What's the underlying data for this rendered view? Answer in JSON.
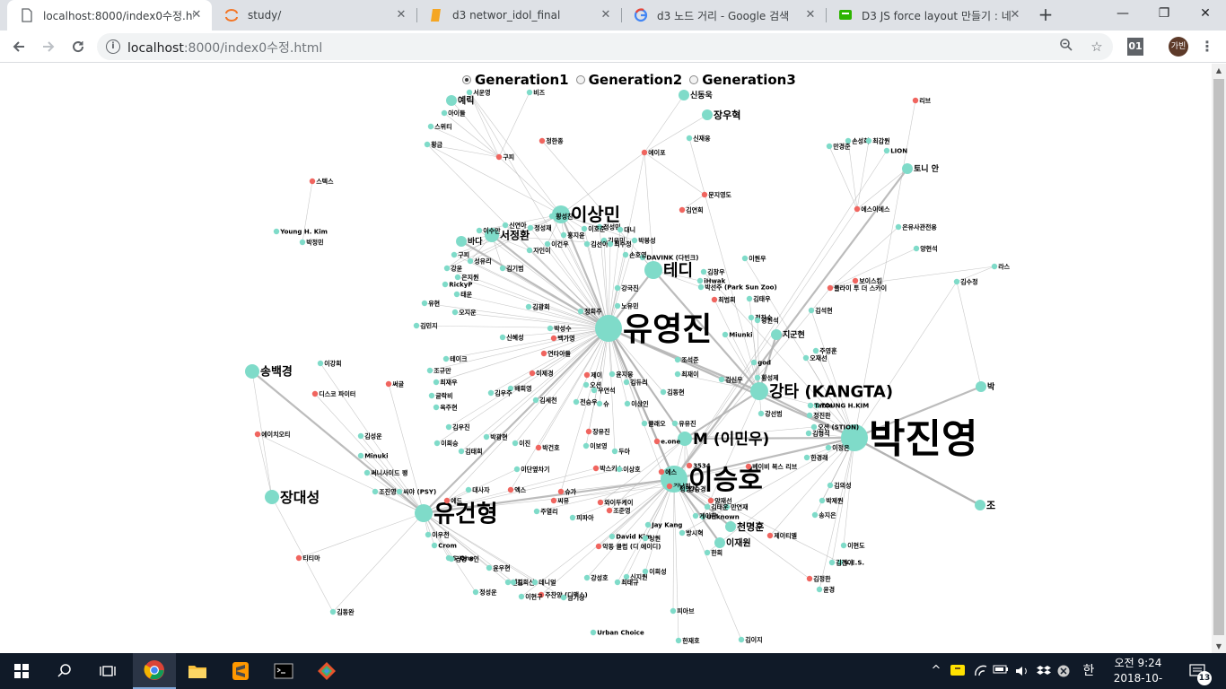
{
  "browser": {
    "tabs": [
      {
        "title": "localhost:8000/index0수정.htm",
        "icon": "page-icon",
        "active": true
      },
      {
        "title": "study/",
        "icon": "jupyter-icon",
        "active": false
      },
      {
        "title": "d3 networ_idol_final",
        "icon": "notebook-icon",
        "active": false
      },
      {
        "title": "d3 노드 거리 - Google 검색",
        "icon": "google-icon",
        "active": false
      },
      {
        "title": "D3 JS force layout 만들기 : 네",
        "icon": "naver-blog-icon",
        "active": false
      }
    ],
    "new_tab": "+",
    "window_controls": {
      "minimize": "—",
      "maximize": "❐",
      "close": "✕"
    },
    "url": {
      "host": "localhost",
      "rest": ":8000/index0수정.html"
    },
    "avatar_text": "가빈",
    "extension_label": "01"
  },
  "page": {
    "radio_options": [
      {
        "label": "Generation1",
        "checked": true
      },
      {
        "label": "Generation2",
        "checked": false
      },
      {
        "label": "Generation3",
        "checked": false
      }
    ]
  },
  "colors": {
    "node_person": "#7fdbc9",
    "node_company": "#f0655f",
    "link": "#b0b0b0",
    "taskbar": "#101a28"
  },
  "graph": {
    "labels": [
      {
        "t": "유영진",
        "s": 36
      },
      {
        "t": "박진영",
        "s": 44
      },
      {
        "t": "이승호",
        "s": 30
      },
      {
        "t": "유건형",
        "s": 26
      },
      {
        "t": "이상민",
        "s": 20
      },
      {
        "t": "테디",
        "s": 18
      },
      {
        "t": "강타 (KANGTA)",
        "s": 18
      },
      {
        "t": "M (이민우)",
        "s": 17
      },
      {
        "t": "장대성",
        "s": 16
      },
      {
        "t": "송백경",
        "s": 13
      },
      {
        "t": "서정환",
        "s": 12
      },
      {
        "t": "장우혁",
        "s": 11
      },
      {
        "t": "신동욱",
        "s": 9
      },
      {
        "t": "예릭",
        "s": 10
      },
      {
        "t": "토니 안",
        "s": 9
      },
      {
        "t": "천명훈",
        "s": 11
      },
      {
        "t": "이재원",
        "s": 10
      },
      {
        "t": "지군현",
        "s": 9
      },
      {
        "t": "바다",
        "s": 9
      },
      {
        "t": "조",
        "s": 11
      },
      {
        "t": "박",
        "s": 9
      },
      {
        "t": "god",
        "s": 7
      },
      {
        "t": "DAVINK (다빈크)",
        "s": 7
      },
      {
        "t": "Young H. Kim",
        "s": 7
      },
      {
        "t": "YOUNG H.KIM",
        "s": 7
      },
      {
        "t": "Unknown",
        "s": 7
      },
      {
        "t": "Jay Kang",
        "s": 7
      },
      {
        "t": "David Kim",
        "s": 7
      },
      {
        "t": "Urban Choice",
        "s": 7
      },
      {
        "t": "Minuki",
        "s": 7
      },
      {
        "t": "Miunki",
        "s": 7
      },
      {
        "t": "RickyP",
        "s": 7
      },
      {
        "t": "S-One",
        "s": 7
      },
      {
        "t": "Crom",
        "s": 7
      },
      {
        "t": "S.E.S.",
        "s": 7
      },
      {
        "t": "LION",
        "s": 7
      },
      {
        "t": "iHwak",
        "s": 7
      },
      {
        "t": "e.one",
        "s": 7
      },
      {
        "t": "3534",
        "s": 7
      },
      {
        "t": "오션 (STION)",
        "s": 7
      },
      {
        "t": "박선주 (Park Sun Zoo)",
        "s": 7
      },
      {
        "t": "씨야 (PSY)",
        "s": 7
      },
      {
        "t": "악동 클럽 (디 에이디)",
        "s": 7
      },
      {
        "t": "주찬양 (디맥스)",
        "s": 7
      },
      {
        "t": "써니사이드 팽",
        "s": 7
      },
      {
        "t": "디스코 파이터",
        "s": 7
      },
      {
        "t": "에이치오티",
        "s": 7
      },
      {
        "t": "베이비 복스 리브",
        "s": 7
      },
      {
        "t": "플라이 투 더 스카이",
        "s": 7
      },
      {
        "t": "에스이에스",
        "s": 7
      },
      {
        "t": "보이스킴",
        "s": 7
      },
      {
        "t": "은유사관전용",
        "s": 7
      },
      {
        "t": "양현석",
        "s": 7
      },
      {
        "t": "손성희",
        "s": 7
      },
      {
        "t": "최갑원",
        "s": 7
      },
      {
        "t": "만경준",
        "s": 7
      },
      {
        "t": "김수정",
        "s": 7
      },
      {
        "t": "라스",
        "s": 7
      },
      {
        "t": "리브",
        "s": 7
      },
      {
        "t": "스텍스",
        "s": 7
      },
      {
        "t": "박정민",
        "s": 7
      },
      {
        "t": "이강희",
        "s": 7
      },
      {
        "t": "써글",
        "s": 7
      },
      {
        "t": "김성운",
        "s": 7
      },
      {
        "t": "티티마",
        "s": 7
      },
      {
        "t": "김동완",
        "s": 7
      },
      {
        "t": "조진영",
        "s": 7
      },
      {
        "t": "이우천",
        "s": 7
      },
      {
        "t": "김형 8인",
        "s": 7
      },
      {
        "t": "윤우현",
        "s": 7
      },
      {
        "t": "정성운",
        "s": 7
      },
      {
        "t": "엔드",
        "s": 7
      },
      {
        "t": "김희신",
        "s": 7
      },
      {
        "t": "데니얼",
        "s": 7
      },
      {
        "t": "남기상",
        "s": 7
      },
      {
        "t": "이현구",
        "s": 7
      },
      {
        "t": "강성호",
        "s": 7
      },
      {
        "t": "신지원",
        "s": 7
      },
      {
        "t": "최태규",
        "s": 7
      },
      {
        "t": "이희성",
        "s": 7
      },
      {
        "t": "피아브",
        "s": 7
      },
      {
        "t": "한재호",
        "s": 7
      },
      {
        "t": "김이지",
        "s": 7
      },
      {
        "t": "김정한",
        "s": 7
      },
      {
        "t": "한희",
        "s": 7
      },
      {
        "t": "방시혁",
        "s": 7
      },
      {
        "t": "제이티엘",
        "s": 7
      },
      {
        "t": "이현도",
        "s": 7
      },
      {
        "t": "김진아",
        "s": 7
      },
      {
        "t": "윤경",
        "s": 7
      },
      {
        "t": "송지은",
        "s": 7
      },
      {
        "t": "박제원",
        "s": 7
      },
      {
        "t": "김의성",
        "s": 7
      },
      {
        "t": "한경래",
        "s": 7
      },
      {
        "t": "이정은",
        "s": 7
      },
      {
        "t": "김형석",
        "s": 7
      },
      {
        "t": "정진한",
        "s": 7
      },
      {
        "t": "Tabie",
        "s": 7
      },
      {
        "t": "오재선",
        "s": 7
      },
      {
        "t": "주영훈",
        "s": 7
      },
      {
        "t": "김석현",
        "s": 7
      },
      {
        "t": "이원우",
        "s": 7
      },
      {
        "t": "김창우",
        "s": 7
      },
      {
        "t": "최범희",
        "s": 7
      },
      {
        "t": "김태우",
        "s": 7
      },
      {
        "t": "정찬수",
        "s": 7
      },
      {
        "t": "강원석",
        "s": 7
      },
      {
        "t": "강선범",
        "s": 7
      },
      {
        "t": "황성제",
        "s": 7
      },
      {
        "t": "김신우",
        "s": 7
      },
      {
        "t": "조석준",
        "s": 7
      },
      {
        "t": "최재이",
        "s": 7
      },
      {
        "t": "신재웅",
        "s": 7
      },
      {
        "t": "에이포",
        "s": 7
      },
      {
        "t": "문지영도",
        "s": 7
      },
      {
        "t": "김연희",
        "s": 7
      },
      {
        "t": "정한종",
        "s": 7
      },
      {
        "t": "구피",
        "s": 7
      },
      {
        "t": "비즈",
        "s": 7
      },
      {
        "t": "아이들",
        "s": 7
      },
      {
        "t": "스위티",
        "s": 7
      },
      {
        "t": "황금",
        "s": 7
      },
      {
        "t": "서운영",
        "s": 7
      },
      {
        "t": "황성찬",
        "s": 7
      },
      {
        "t": "신연아",
        "s": 7
      },
      {
        "t": "정성재",
        "s": 7
      },
      {
        "t": "정성민",
        "s": 7
      },
      {
        "t": "대니",
        "s": 7
      },
      {
        "t": "이수만",
        "s": 7
      },
      {
        "t": "홍지윤",
        "s": 7
      },
      {
        "t": "이호준",
        "s": 7
      },
      {
        "t": "박봉성",
        "s": 7
      },
      {
        "t": "김유민",
        "s": 7
      },
      {
        "t": "김선아",
        "s": 7
      },
      {
        "t": "이건우",
        "s": 7
      },
      {
        "t": "구피",
        "s": 7
      },
      {
        "t": "강윤",
        "s": 7
      },
      {
        "t": "성유리",
        "s": 7
      },
      {
        "t": "김기범",
        "s": 7
      },
      {
        "t": "자인이",
        "s": 7
      },
      {
        "t": "최수정",
        "s": 7
      },
      {
        "t": "손호영",
        "s": 7
      },
      {
        "t": "은지원",
        "s": 7
      },
      {
        "t": "태운",
        "s": 7
      },
      {
        "t": "유현",
        "s": 7
      },
      {
        "t": "오지운",
        "s": 7
      },
      {
        "t": "김민지",
        "s": 7
      },
      {
        "t": "강국진",
        "s": 7
      },
      {
        "t": "김광회",
        "s": 7
      },
      {
        "t": "정희주",
        "s": 7
      },
      {
        "t": "노유민",
        "s": 7
      },
      {
        "t": "박성수",
        "s": 7
      },
      {
        "t": "신혜성",
        "s": 7
      },
      {
        "t": "백가영",
        "s": 7
      },
      {
        "t": "연타아들",
        "s": 7
      },
      {
        "t": "테이크",
        "s": 7
      },
      {
        "t": "조규만",
        "s": 7
      },
      {
        "t": "최재우",
        "s": 7
      },
      {
        "t": "글락비",
        "s": 7
      },
      {
        "t": "옥주현",
        "s": 7
      },
      {
        "t": "배희영",
        "s": 7
      },
      {
        "t": "김우주",
        "s": 7
      },
      {
        "t": "이제경",
        "s": 7
      },
      {
        "t": "제이",
        "s": 7
      },
      {
        "t": "윤지웅",
        "s": 7
      },
      {
        "t": "김듀리",
        "s": 7
      },
      {
        "t": "오션",
        "s": 7
      },
      {
        "t": "우연석",
        "s": 7
      },
      {
        "t": "김세천",
        "s": 7
      },
      {
        "t": "전승우",
        "s": 7
      },
      {
        "t": "슈",
        "s": 7
      },
      {
        "t": "이상인",
        "s": 7
      },
      {
        "t": "김동현",
        "s": 7
      },
      {
        "t": "클래오",
        "s": 7
      },
      {
        "t": "유유진",
        "s": 7
      },
      {
        "t": "김우진",
        "s": 7
      },
      {
        "t": "박광현",
        "s": 7
      },
      {
        "t": "김태희",
        "s": 7
      },
      {
        "t": "이희승",
        "s": 7
      },
      {
        "t": "이진",
        "s": 7
      },
      {
        "t": "박건호",
        "s": 7
      },
      {
        "t": "장유진",
        "s": 7
      },
      {
        "t": "이보영",
        "s": 7
      },
      {
        "t": "두아",
        "s": 7
      },
      {
        "t": "박스키스",
        "s": 7
      },
      {
        "t": "이상호",
        "s": 7
      },
      {
        "t": "에스",
        "s": 7
      },
      {
        "t": "김남희",
        "s": 7
      },
      {
        "t": "이단옆차기",
        "s": 7
      },
      {
        "t": "대사자",
        "s": 7
      },
      {
        "t": "엑스",
        "s": 7
      },
      {
        "t": "에드",
        "s": 7
      },
      {
        "t": "슈가",
        "s": 7
      },
      {
        "t": "와이두케이",
        "s": 7
      },
      {
        "t": "조준영",
        "s": 7
      },
      {
        "t": "강승경",
        "s": 7
      },
      {
        "t": "양재선",
        "s": 7
      },
      {
        "t": "만연재",
        "s": 7
      },
      {
        "t": "주열리",
        "s": 7
      },
      {
        "t": "피파아",
        "s": 7
      },
      {
        "t": "김태운",
        "s": 7
      },
      {
        "t": "게이한",
        "s": 7
      },
      {
        "t": "상원",
        "s": 7
      },
      {
        "t": "정명기",
        "s": 7
      },
      {
        "t": "씨유",
        "s": 7
      },
      {
        "t": "서용근",
        "s": 7
      },
      {
        "t": "문스트",
        "s": 7
      },
      {
        "t": "김유빈",
        "s": 7
      },
      {
        "t": "이재원",
        "s": 7
      },
      {
        "t": "정양훈",
        "s": 7
      },
      {
        "t": "앤",
        "s": 7
      },
      {
        "t": "김재원",
        "s": 7
      },
      {
        "t": "만혜",
        "s": 7
      },
      {
        "t": "신주진",
        "s": 7
      },
      {
        "t": "에이",
        "s": 7
      },
      {
        "t": "아이",
        "s": 7
      }
    ]
  }
}
